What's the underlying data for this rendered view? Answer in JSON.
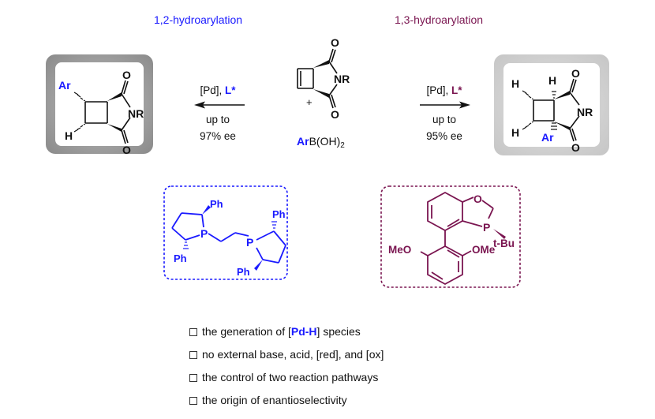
{
  "titles": {
    "left": "1,2-hydroarylation",
    "right": "1,3-hydroarylation"
  },
  "colors": {
    "blue": "#1a1aff",
    "maroon": "#7a1550",
    "black": "#111111"
  },
  "reactant": {
    "nr_label": "NR",
    "o_label": "O",
    "plus": "+",
    "boronic_acid": {
      "ar": "Ar",
      "rest": "B(OH)",
      "subscript": "2"
    }
  },
  "left_conditions": {
    "catalyst": "[Pd], ",
    "ligand": "L*",
    "line1": "up to",
    "line2": "97% ee"
  },
  "right_conditions": {
    "catalyst": "[Pd], ",
    "ligand": "L*",
    "line1": "up to",
    "line2": "95% ee"
  },
  "left_product": {
    "ar": "Ar",
    "h": "H",
    "nr": "NR",
    "o": "O"
  },
  "right_product": {
    "h": "H",
    "ar": "Ar",
    "nr": "NR",
    "o": "O"
  },
  "left_ligand": {
    "p": "P",
    "ph": "Ph"
  },
  "right_ligand": {
    "o": "O",
    "p": "P",
    "tbu": "t-Bu",
    "meo": "MeO",
    "ome": "OMe"
  },
  "checklist": [
    {
      "before": "the generation of [",
      "highlight": "Pd-H",
      "after": "] species"
    },
    {
      "text": "no external base, acid, [red], and [ox]"
    },
    {
      "text": "the control of two reaction pathways"
    },
    {
      "text": "the origin of enantioselectivity"
    }
  ]
}
